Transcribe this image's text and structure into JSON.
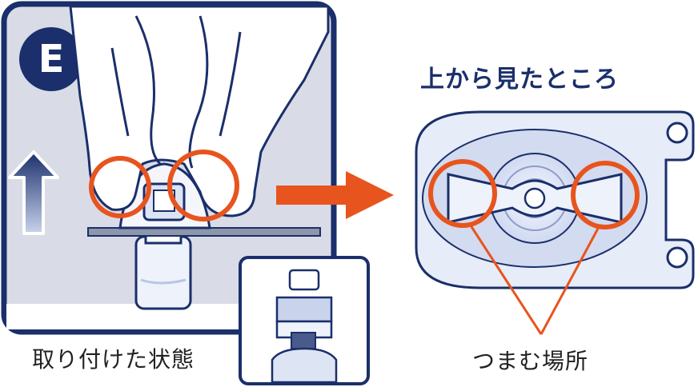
{
  "step": {
    "letter": "E"
  },
  "left_panel": {
    "caption": "取り付けた状態"
  },
  "right_panel": {
    "title": "上から見たところ",
    "caption": "つまむ場所"
  },
  "colors": {
    "navy": "#1a2f6b",
    "panel_bg": "#d9dce6",
    "highlight": "#e8541e",
    "device": "#b7c6e6"
  },
  "icons": [
    "up-arrow-icon",
    "right-arrow-icon"
  ]
}
